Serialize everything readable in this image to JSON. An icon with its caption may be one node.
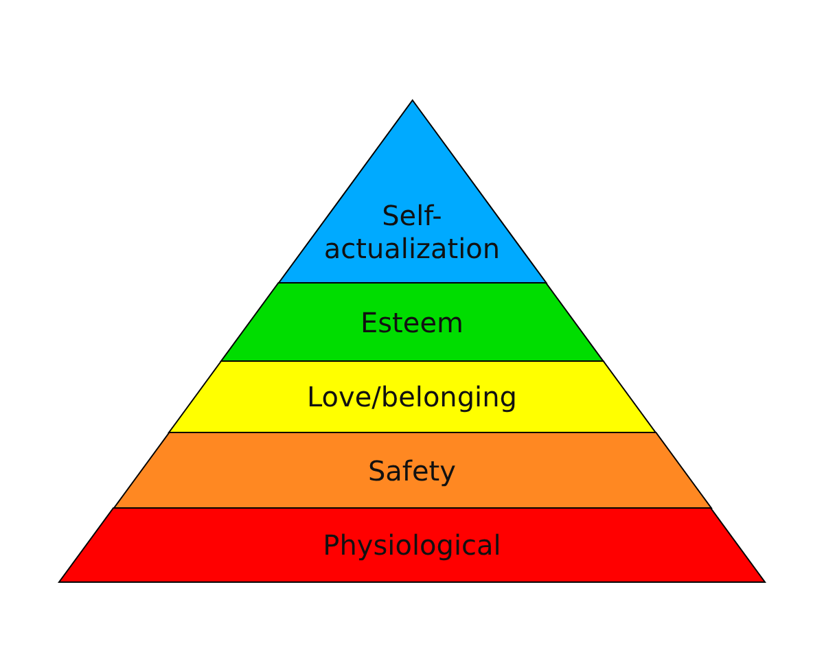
{
  "diagram": {
    "nodes": [
      {
        "text": [
          "Self-actualization"
        ]
      },
      {
        "text": [
          "Esteem"
        ]
      },
      {
        "text": [
          "Love/belonging"
        ]
      },
      {
        "text": [
          "Safety"
        ]
      },
      {
        "text": [
          "Physiological"
        ]
      }
    ]
  }
}
